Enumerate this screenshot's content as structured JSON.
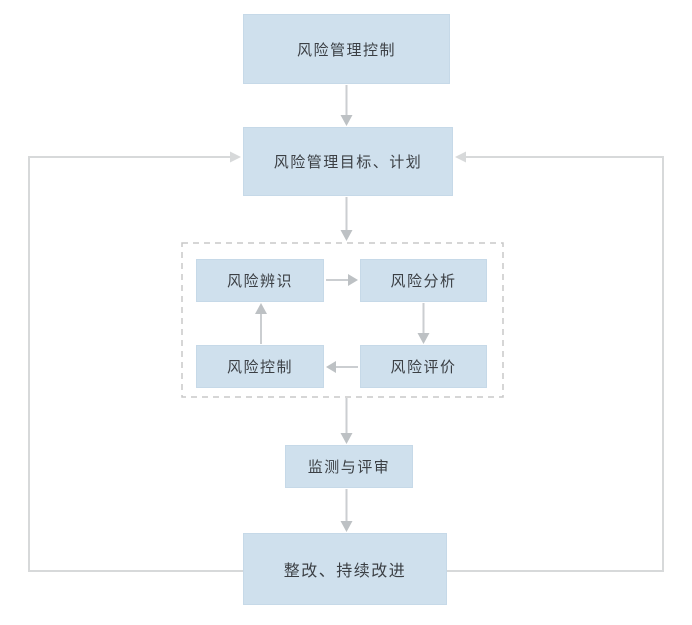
{
  "diagram": {
    "type": "flowchart",
    "nodes": {
      "control": {
        "label": "风险管理控制"
      },
      "goals": {
        "label": "风险管理目标、计划"
      },
      "identify": {
        "label": "风险辨识"
      },
      "analyze": {
        "label": "风险分析"
      },
      "evaluate": {
        "label": "风险评价"
      },
      "risk_ctl": {
        "label": "风险控制"
      },
      "monitor": {
        "label": "监测与评审"
      },
      "improve": {
        "label": "整改、持续改进"
      }
    },
    "edges": [
      "风险管理控制 -> 风险管理目标、计划",
      "风险管理目标、计划 -> 风险评估过程(虚线框)",
      "风险辨识 -> 风险分析",
      "风险分析 -> 风险评价",
      "风险评价 -> 风险控制",
      "风险控制 -> 风险辨识",
      "风险评估过程(虚线框) -> 监测与评审",
      "监测与评审 -> 整改、持续改进",
      "整改、持续改进 -> 风险管理目标、计划 (左侧反馈回路)",
      "整改、持续改进 -> 风险管理目标、计划 (右侧反馈回路)"
    ],
    "colors": {
      "background": "#ffffff",
      "node_fill": "#cfe0ed",
      "node_border": "#c6d9e8",
      "node_text": "#3b3f44",
      "arrow_line": "#cbced1",
      "arrow_head": "#bdc1c4",
      "loop_line": "#d7d9da",
      "dashed_border": "#c8c8c8"
    }
  }
}
